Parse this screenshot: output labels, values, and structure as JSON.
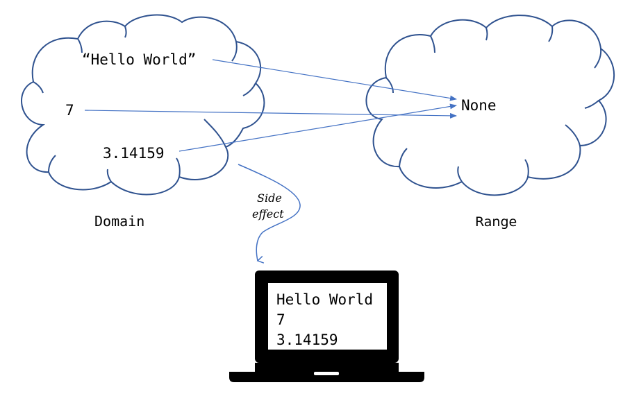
{
  "domain": {
    "label": "Domain",
    "items": [
      "“Hello World”",
      "7",
      "3.14159"
    ]
  },
  "range": {
    "label": "Range",
    "items": [
      "None"
    ]
  },
  "side_effect": {
    "line1": "Side",
    "line2": "effect"
  },
  "screen": {
    "lines": [
      "Hello World",
      "7",
      "3.14159"
    ]
  },
  "colors": {
    "cloud_stroke": "#2f528f",
    "arrow": "#4472c4",
    "laptop": "#000000",
    "text": "#000000"
  }
}
